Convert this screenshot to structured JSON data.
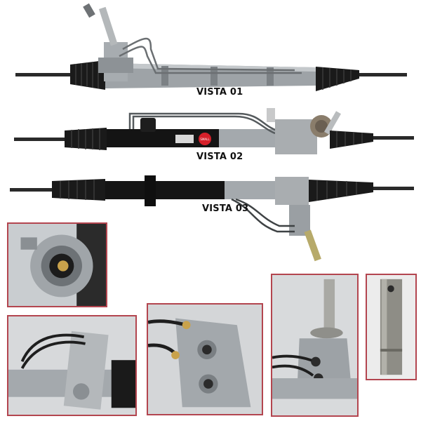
{
  "views": [
    {
      "label": "VISTA 01"
    },
    {
      "label": "VISTA 02"
    },
    {
      "label": "VISTA 03"
    }
  ],
  "badge_text": "SMALL",
  "colors": {
    "frame": "#b3454f",
    "boot": "#1a1a1a",
    "aluminum": "#9ea3a7",
    "black_tube": "#141414",
    "steel_rod": "#2a2a2a",
    "brass": "#c9a24b",
    "badge_red": "#d6202a"
  }
}
